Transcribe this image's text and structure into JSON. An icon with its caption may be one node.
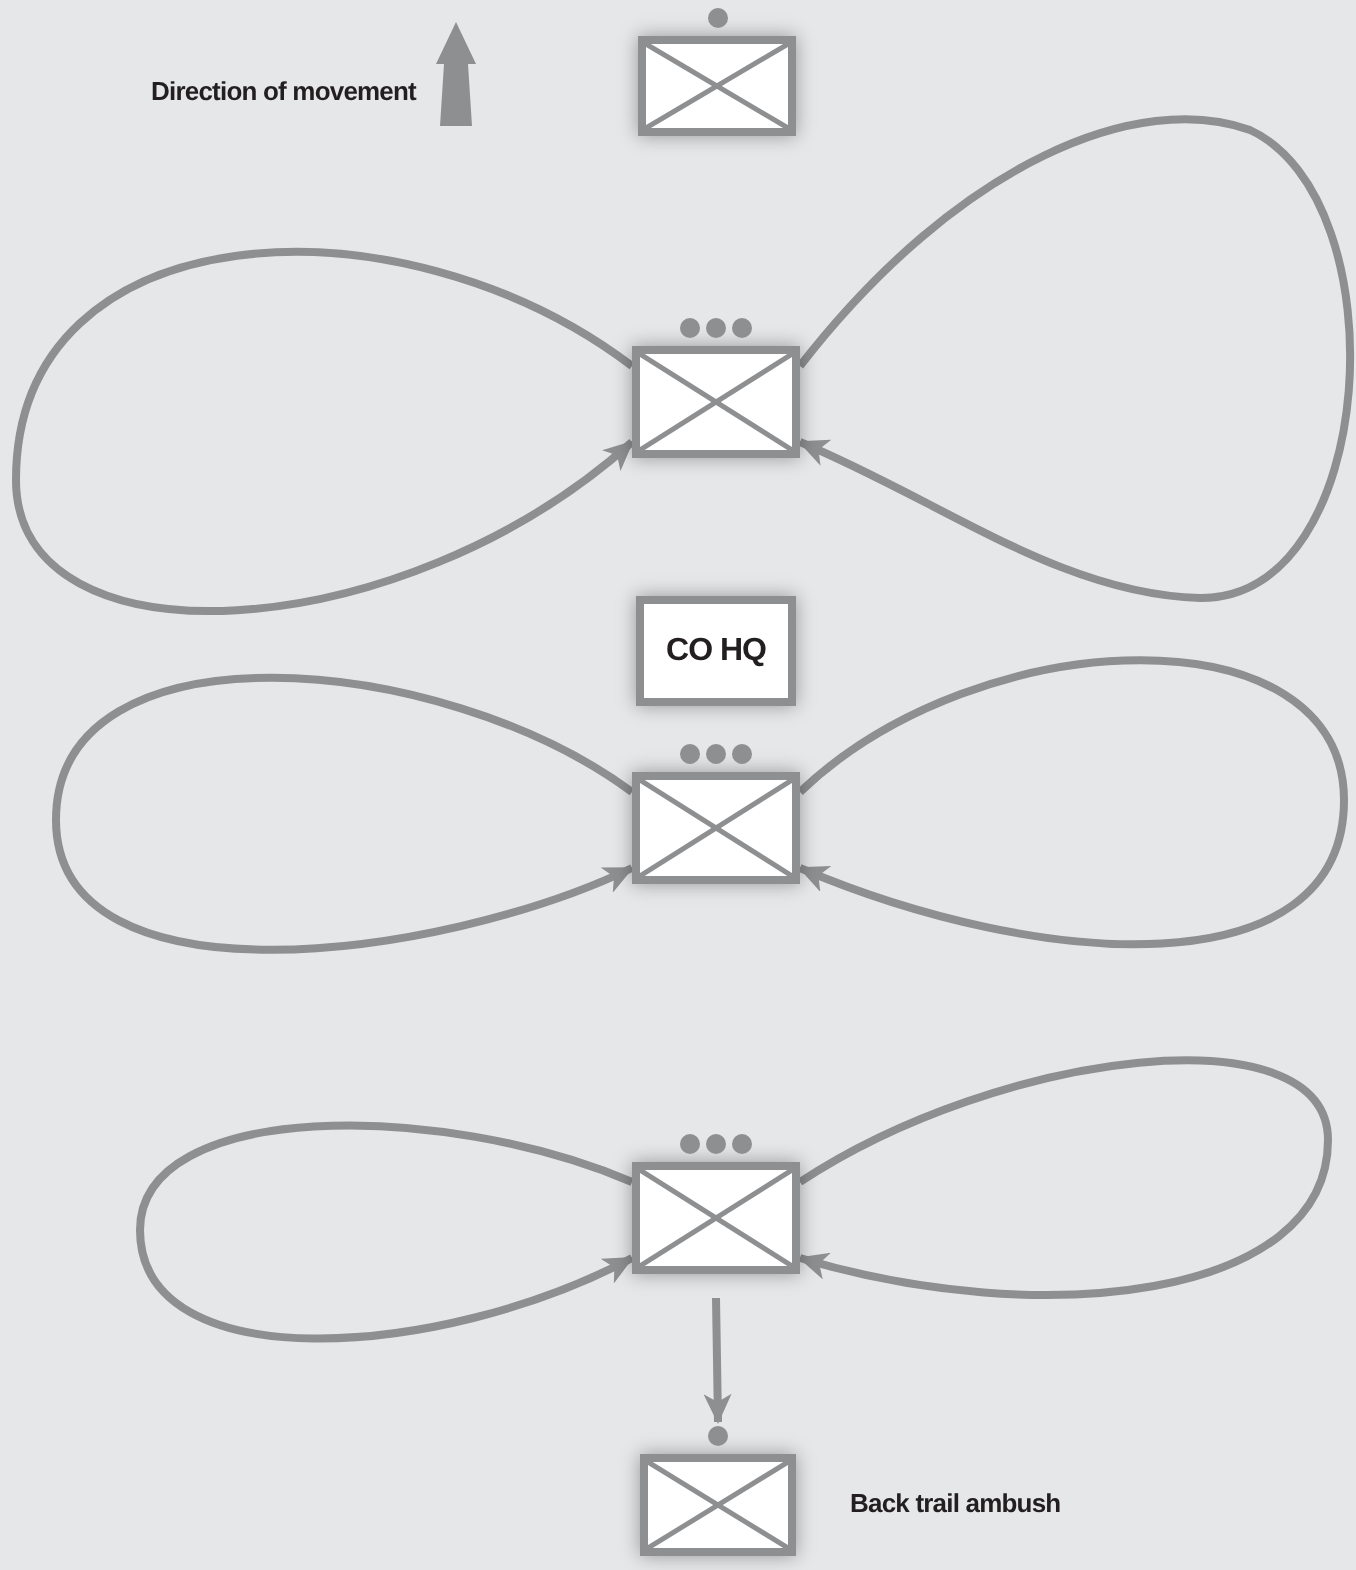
{
  "diagram": {
    "nodes": [
      {
        "text": [],
        "shape": "box"
      },
      {
        "text": [],
        "shape": "box"
      },
      {
        "text": [
          "CO HQ"
        ]
      },
      {
        "text": [],
        "shape": "box"
      },
      {
        "text": [],
        "shape": "box"
      },
      {
        "text": [],
        "shape": "box",
        "beside": [
          "Back trail ambush"
        ]
      }
    ],
    "edges": [
      {
        "from": 1,
        "to": 1,
        "arrow": "to"
      },
      {
        "from": 1,
        "to": 1,
        "arrow": "to"
      },
      {
        "from": 3,
        "to": 3,
        "arrow": "to"
      },
      {
        "from": 3,
        "to": 3,
        "arrow": "to"
      },
      {
        "from": 4,
        "to": 4,
        "arrow": "to"
      },
      {
        "from": 4,
        "to": 4,
        "arrow": "to"
      },
      {
        "from": 4,
        "to": 5,
        "arrow": "to"
      }
    ],
    "labels": [
      "Direction of movement"
    ]
  }
}
